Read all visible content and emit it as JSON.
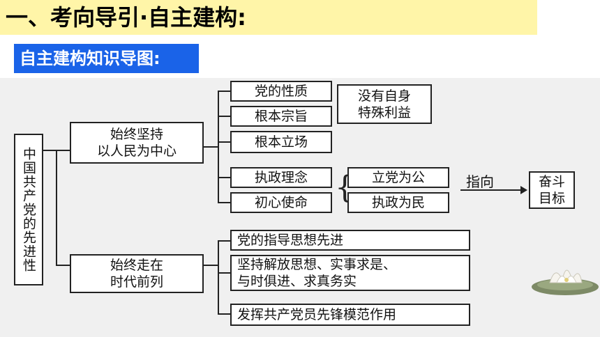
{
  "header": {
    "title": "一、考向导引·自主建构:",
    "subtitle": "自主建构知识导图:"
  },
  "diagram": {
    "root": "中国共产党的先进性",
    "branch1": "始终坚持\n以人民为中心",
    "branch2": "始终走在\n时代前列",
    "b1_items": [
      "党的性质",
      "根本宗旨",
      "根本立场",
      "执政理念",
      "初心使命"
    ],
    "note1": "没有自身\n特殊利益",
    "brace_items": [
      "立党为公",
      "执政为民"
    ],
    "arrow_label": "指向",
    "target": "奋斗\n目标",
    "b2_items": [
      "党的指导思想先进",
      "坚持解放思想、实事求是、\n与时俱进、求真务实",
      "发挥共产党员先锋模范作用"
    ]
  },
  "icons": {
    "decoration": "lotus-flower-icon"
  }
}
